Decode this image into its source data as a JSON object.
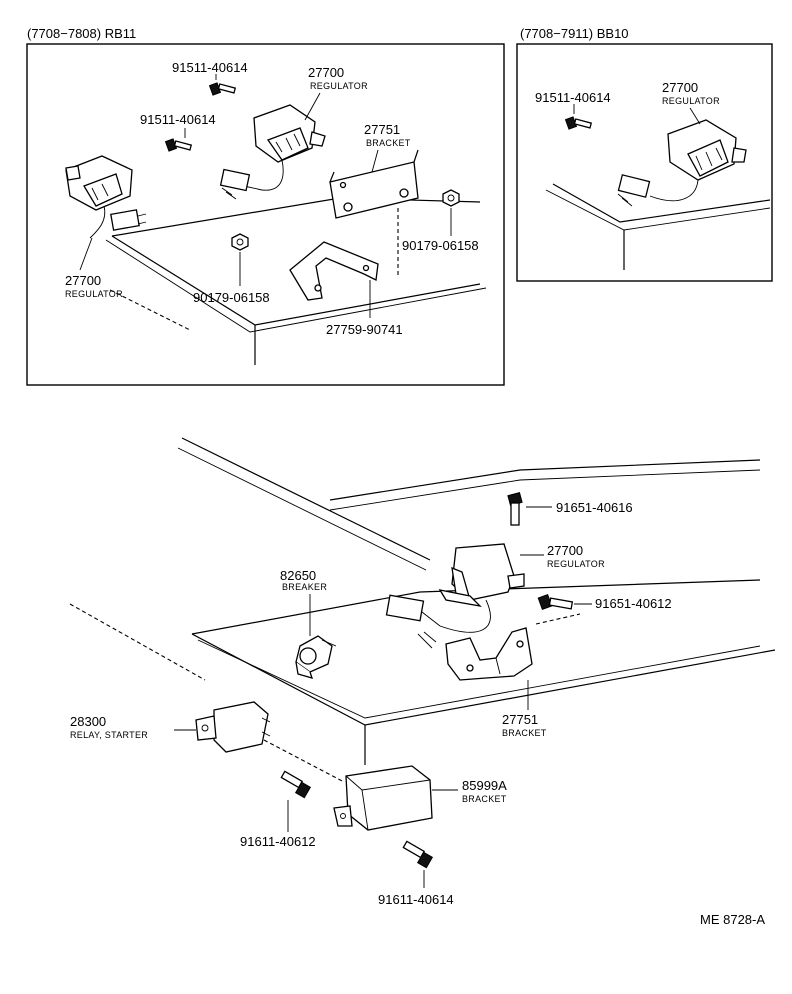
{
  "insets": {
    "left_header": "(7708−7808) RB11",
    "right_header": "(7708−7911) BB10"
  },
  "labels": {
    "l_bolt1": "91511-40614",
    "l_bolt2": "91511-40614",
    "l_reg_top_num": "27700",
    "l_reg_top_name": "REGULATOR",
    "l_br_num": "27751",
    "l_br_name": "BRACKET",
    "l_reg_left_num": "27700",
    "l_reg_left_name": "REGULATOR",
    "l_nut_left": "90179-06158",
    "l_nut_right": "90179-06158",
    "l_stay": "27759-90741",
    "r_bolt": "91511-40614",
    "r_reg_num": "27700",
    "r_reg_name": "REGULATOR",
    "m_bolt": "91651-40616",
    "m_reg_num": "27700",
    "m_reg_name": "REGULATOR",
    "m_breaker_num": "82650",
    "m_breaker_name": "BREAKER",
    "m_bolt2": "91651-40612",
    "m_br_num": "27751",
    "m_br_name": "BRACKET",
    "m_relay_num": "28300",
    "m_relay_name": "RELAY, STARTER",
    "m_box_num": "85999A",
    "m_box_name": "BRACKET",
    "m_bolt3": "91611-40612",
    "m_bolt4": "91611-40614"
  },
  "footer": {
    "code": "ME 8728-A"
  }
}
